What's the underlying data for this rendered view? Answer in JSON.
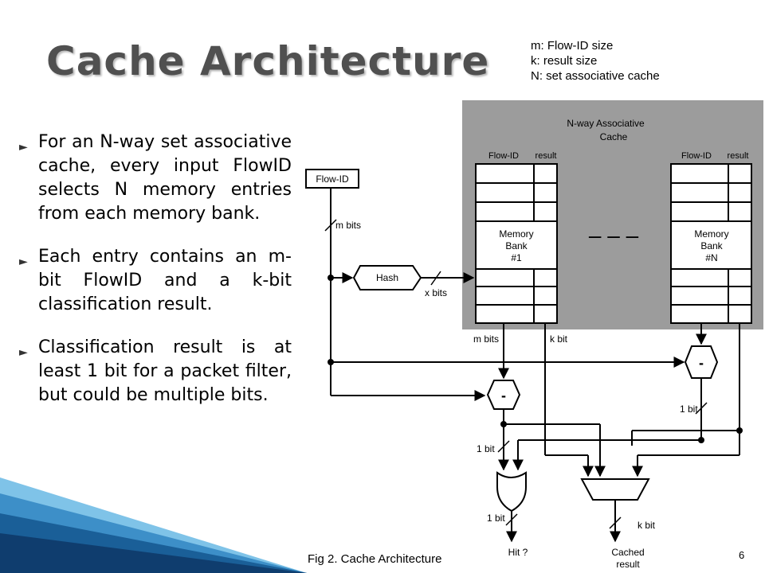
{
  "slide": {
    "title": "Cache Architecture",
    "page_number": "6",
    "caption": "Fig 2. Cache Architecture"
  },
  "legend": {
    "lines": [
      "m: Flow-ID size",
      "k: result size",
      "N: set associative cache"
    ]
  },
  "bullets": [
    "For an N-way set associative cache, every input FlowID selects N memory entries from each memory bank.",
    "Each entry contains an m-bit FlowID and a k-bit classification result.",
    "Classification result is at least 1 bit for a packet filter, but could be multiple bits."
  ],
  "colors": {
    "panel": "#9c9c9c",
    "wedge_light": "#7fc3e8",
    "wedge_dark": "#1a5f98"
  },
  "diagram": {
    "panel_title_1": "N-way Associative",
    "panel_title_2": "Cache",
    "bank1": {
      "col_flowid": "Flow-ID",
      "col_result": "result",
      "name_1": "Memory",
      "name_2": "Bank",
      "name_3": "#1"
    },
    "bankN": {
      "col_flowid": "Flow-ID",
      "col_result": "result",
      "name_1": "Memory",
      "name_2": "Bank",
      "name_3": "#N"
    },
    "ellipsis": "– – –",
    "flowid_box": "Flow-ID",
    "hash": "Hash",
    "m_bits_in": "m bits",
    "x_bits": "x bits",
    "m_bits_out": "m bits",
    "k_bit_out": "k bit",
    "comparator_sym": "-",
    "comparatorN_sym": "-",
    "one_bit_left": "1 bit",
    "one_bit_right": "1 bit",
    "one_bit_hit": "1 bit",
    "k_bit_result": "k bit",
    "hit": "Hit ?",
    "cached_1": "Cached",
    "cached_2": "result"
  }
}
